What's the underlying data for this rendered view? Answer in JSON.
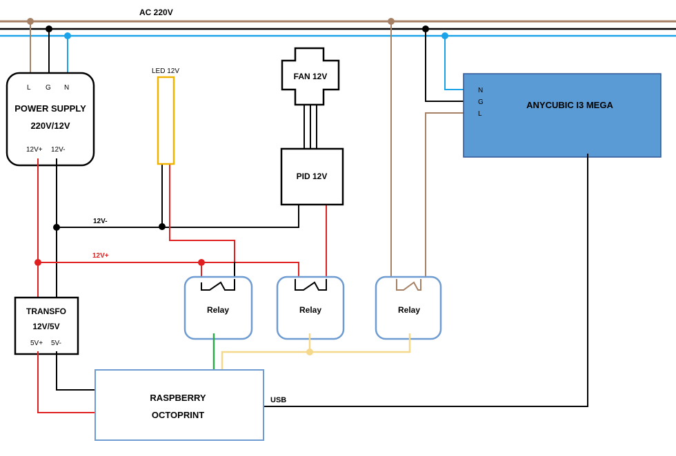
{
  "mains": {
    "label": "AC 220V",
    "colors": {
      "L": "#a68064",
      "G": "#000000",
      "N": "#1aa3e8"
    }
  },
  "colors": {
    "plus_wire": "#e02020",
    "minus_wire": "#000000",
    "signal_yellow": "#f5d88a",
    "signal_green": "#2ea84a",
    "relay_border": "#6e9bd1",
    "raspberry_border": "#6e9bd1",
    "anycubic_fill": "#5b9bd5",
    "led_border": "#f0b400"
  },
  "power_supply": {
    "title_line1": "POWER SUPPLY",
    "title_line2": "220V/12V",
    "pin_L": "L",
    "pin_G": "G",
    "pin_N": "N",
    "pin_plus": "12V+",
    "pin_minus": "12V-"
  },
  "led": {
    "label": "LED 12V"
  },
  "fan": {
    "label": "FAN 12V"
  },
  "pid": {
    "label": "PID 12V"
  },
  "anycubic": {
    "label": "ANYCUBIC I3 MEGA",
    "pin_N": "N",
    "pin_G": "G",
    "pin_L": "L"
  },
  "bus": {
    "minus_label": "12V-",
    "plus_label": "12V+"
  },
  "relays": [
    {
      "label": "Relay"
    },
    {
      "label": "Relay"
    },
    {
      "label": "Relay"
    }
  ],
  "transfo": {
    "title_line1": "TRANSFO",
    "title_line2": "12V/5V",
    "pin_plus": "5V+",
    "pin_minus": "5V-"
  },
  "raspberry": {
    "title_line1": "RASPBERRY",
    "title_line2": "OCTOPRINT"
  },
  "usb": {
    "label": "USB"
  }
}
